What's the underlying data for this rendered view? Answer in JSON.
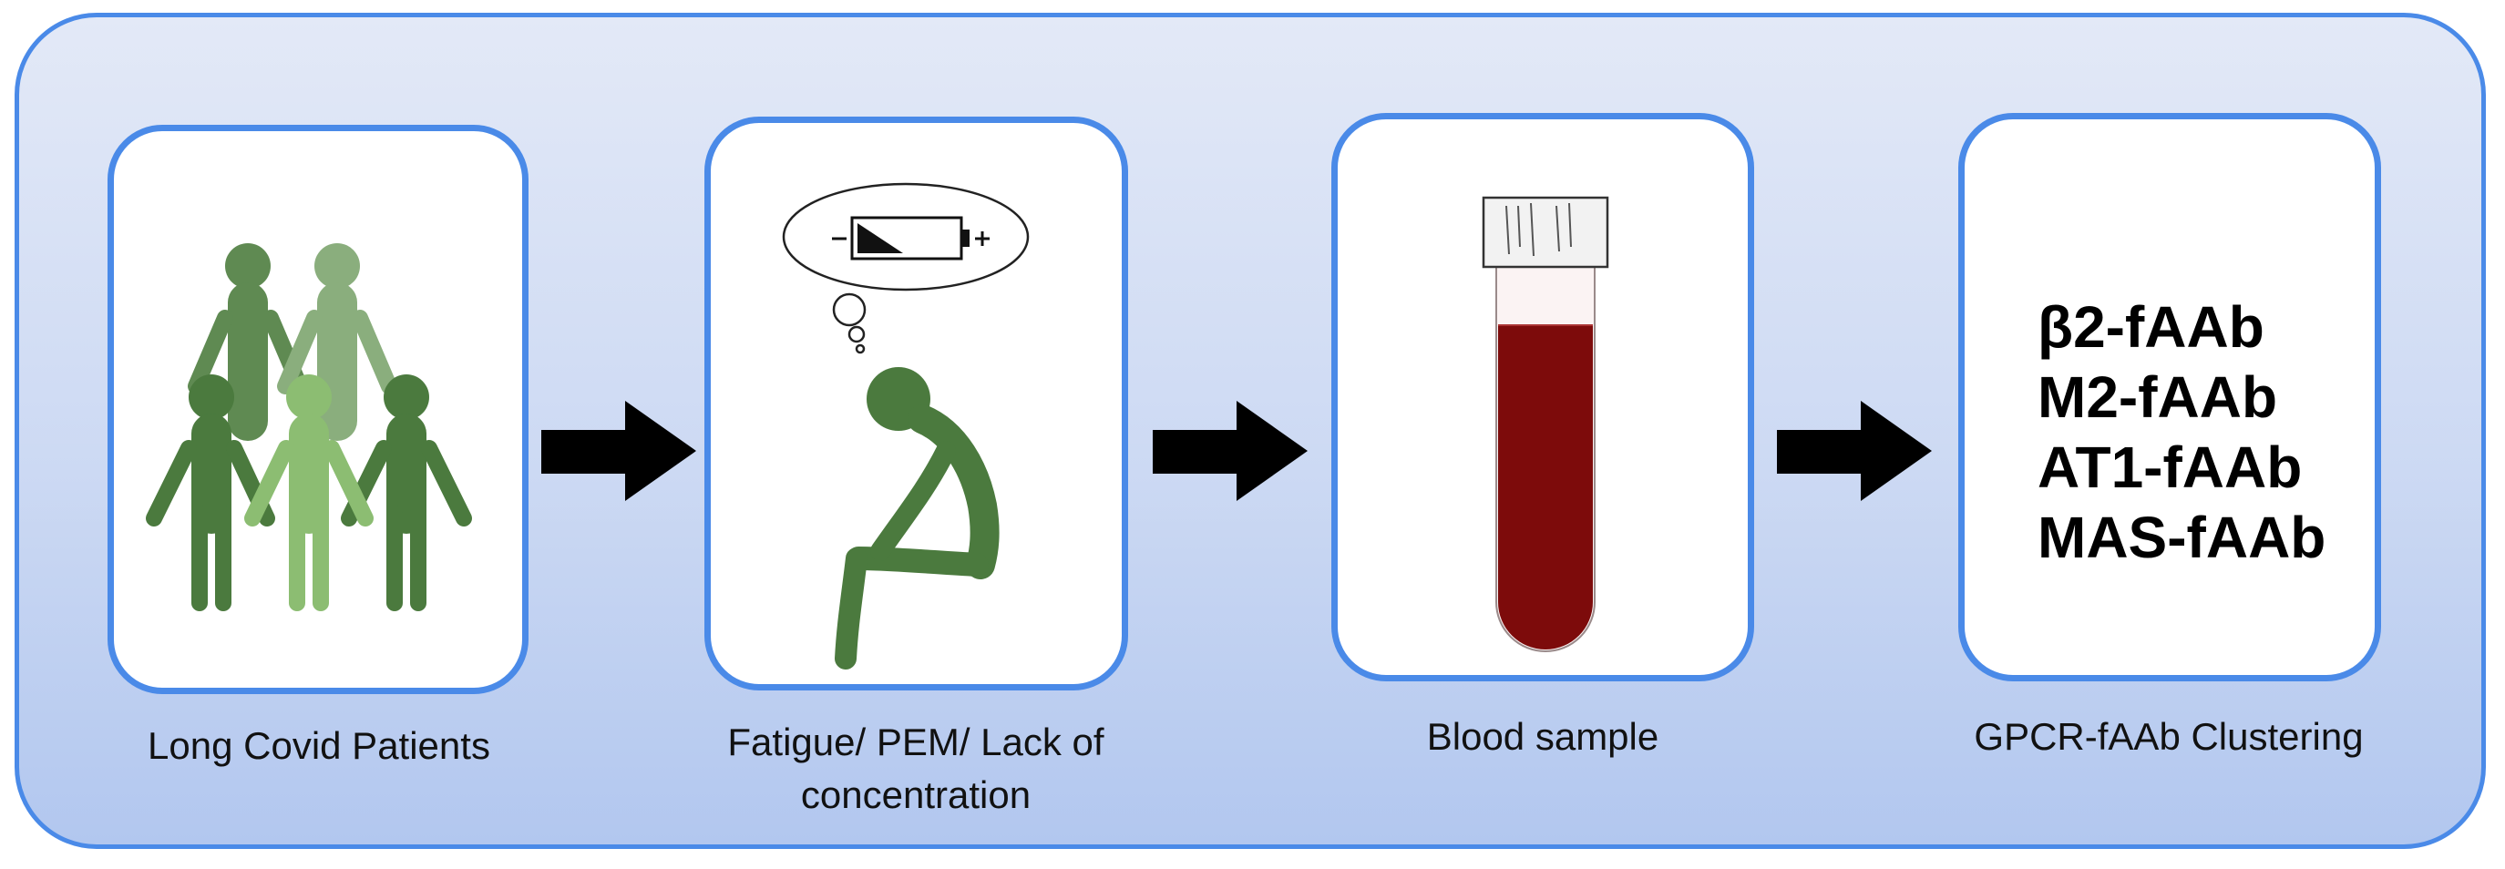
{
  "steps": [
    {
      "caption": "Long Covid Patients",
      "icon": "patients-group-icon"
    },
    {
      "caption_line1": "Fatigue/ PEM/ Lack of",
      "caption_line2": "concentration",
      "icon": "fatigued-person-icon"
    },
    {
      "caption": "Blood sample",
      "icon": "blood-tube-icon"
    },
    {
      "caption": "GPCR-fAAb Clustering",
      "antibodies": [
        "β2-fAAb",
        "M2-fAAb",
        "AT1-fAAb",
        "MAS-fAAb"
      ]
    }
  ],
  "colors": {
    "frame_border": "#4a8ae8",
    "background_top": "#e3e9f7",
    "background_bottom": "#b2c7ef",
    "figure_dark": "#4b7a3e",
    "figure_mid": "#6f9a62",
    "figure_light": "#8cbd72",
    "blood": "#7d0b0b",
    "arrow": "#000000"
  }
}
